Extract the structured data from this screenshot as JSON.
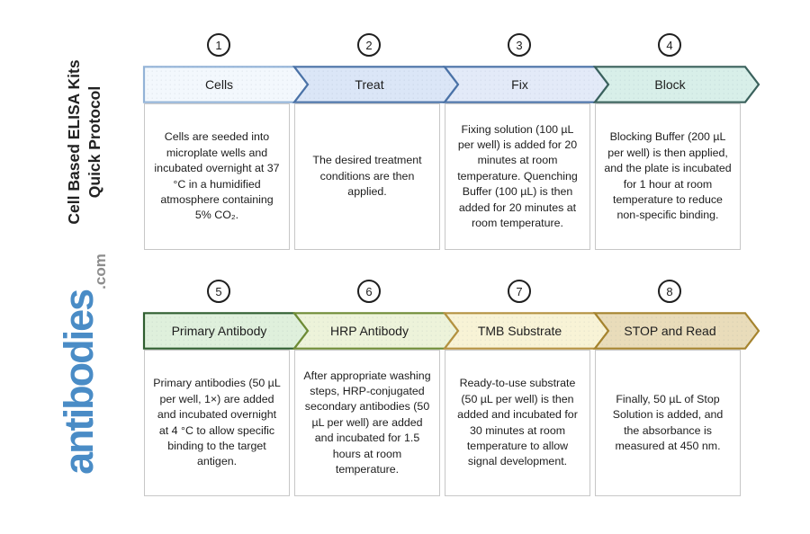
{
  "sidebar": {
    "title_line1": "Cell Based ELISA Kits",
    "title_line2": "Quick Protocol",
    "logo_name": "antibodies",
    "logo_tld": ".com",
    "logo_color": "#4a8cc6"
  },
  "steps": [
    {
      "num": "1",
      "label": "Cells",
      "desc": "Cells are seeded into microplate wells and incubated overnight at 37 °C in a humidified atmosphere containing 5% CO₂.",
      "fill": "#f3f8fd",
      "border": "#93b3d7"
    },
    {
      "num": "2",
      "label": "Treat",
      "desc": "The desired treatment conditions are then applied.",
      "fill": "#dbe6f7",
      "border": "#4a72a7"
    },
    {
      "num": "3",
      "label": "Fix",
      "desc": "Fixing solution (100 µL per well) is added for 20 minutes at room temperature. Quenching Buffer (100 µL) is then added for 20 minutes at room temperature.",
      "fill": "#e3eaf8",
      "border": "#4a72a7"
    },
    {
      "num": "4",
      "label": "Block",
      "desc": "Blocking Buffer (200 µL per well) is then applied, and the plate is incubated for 1 hour at room temperature to reduce non-specific binding.",
      "fill": "#d8efe9",
      "border": "#3a615c"
    },
    {
      "num": "5",
      "label": "Primary Antibody",
      "desc": "Primary antibodies (50 µL per well, 1×) are added and incubated overnight at 4 °C to allow specific binding to the target antigen.",
      "fill": "#dff0dc",
      "border": "#2f5e2f"
    },
    {
      "num": "6",
      "label": "HRP Antibody",
      "desc": "After appropriate washing steps, HRP-conjugated secondary antibodies (50 µL per well) are added and incubated for 1.5 hours at room temperature.",
      "fill": "#edf3da",
      "border": "#6f8c35"
    },
    {
      "num": "7",
      "label": "TMB Substrate",
      "desc": "Ready-to-use substrate (50 µL per well) is then added and incubated for 30 minutes at room temperature to allow signal development.",
      "fill": "#f8f3d6",
      "border": "#b59240"
    },
    {
      "num": "8",
      "label": "STOP and Read",
      "desc": "Finally, 50 µL of Stop Solution is added, and the absorbance is measured at 450 nm.",
      "fill": "#e9dcba",
      "border": "#a6842e"
    }
  ]
}
